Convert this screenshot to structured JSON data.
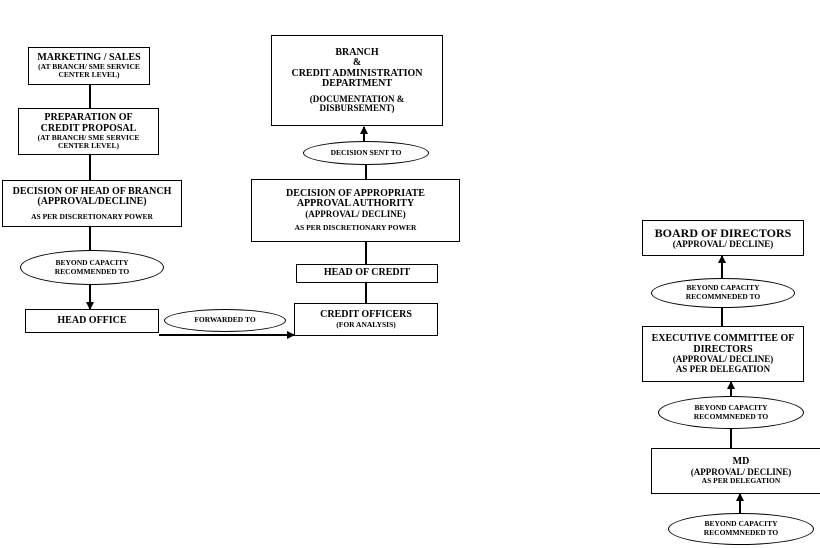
{
  "diagram": {
    "branch_column": {
      "marketing": {
        "title": "MARKETING / SALES",
        "sub": "(AT BRANCH/ SME SERVICE",
        "sub2": "CENTER LEVEL)"
      },
      "preparation": {
        "title": "PREPARATION OF",
        "title2": "CREDIT PROPOSAL",
        "sub": "(AT BRANCH/ SME SERVICE",
        "sub2": "CENTER LEVEL)"
      },
      "decision_head_branch": {
        "title": "DECISION OF HEAD OF BRANCH",
        "sub": "(APPROVAL/DECLINE)",
        "note": "AS PER DISCRETIONARY POWER"
      },
      "beyond_capacity": {
        "line1": "BEYOND CAPACITY",
        "line2": "RECOMMENDED TO"
      },
      "head_office": {
        "title": "HEAD OFFICE"
      },
      "forwarded": {
        "line1": "FORWARDED TO"
      }
    },
    "credit_column": {
      "branch_cad": {
        "line1": "BRANCH",
        "line2": "&",
        "line3": "CREDIT ADMINISTRATION",
        "line4": "DEPARTMENT",
        "sub": "(DOCUMENTATION &",
        "sub2": "DISBURSEMENT)"
      },
      "decision_sent": {
        "line1": "DECISION SENT TO"
      },
      "decision_authority": {
        "title": "DECISION OF APPROPRIATE",
        "title2": "APPROVAL AUTHORITY",
        "sub": "(APPROVAL/ DECLINE)",
        "note": "AS PER DISCRETIONARY POWER"
      },
      "head_of_credit": {
        "title": "HEAD OF CREDIT"
      },
      "credit_officers": {
        "title": "CREDIT OFFICERS",
        "sub": "(FOR ANALYSIS)"
      }
    },
    "board_column": {
      "board": {
        "title": "BOARD OF DIRECTORS",
        "sub": "(APPROVAL/ DECLINE)"
      },
      "beyond1": {
        "line1": "BEYOND CAPACITY",
        "line2": "RECOMMNEDED TO"
      },
      "exec": {
        "title": "EXECUTIVE COMMITTEE OF",
        "title2": "DIRECTORS",
        "sub": "(APPROVAL/ DECLINE)",
        "sub2": "AS PER DELEGATION"
      },
      "beyond2": {
        "line1": "BEYOND CAPACITY",
        "line2": "RECOMMNEDED TO"
      },
      "md": {
        "title": "MD",
        "sub": "(APPROVAL/ DECLINE)",
        "note": "AS PER DELEGATION"
      },
      "beyond3": {
        "line1": "BEYOND CAPACITY",
        "line2": "RECOMMNEDED TO"
      }
    }
  }
}
